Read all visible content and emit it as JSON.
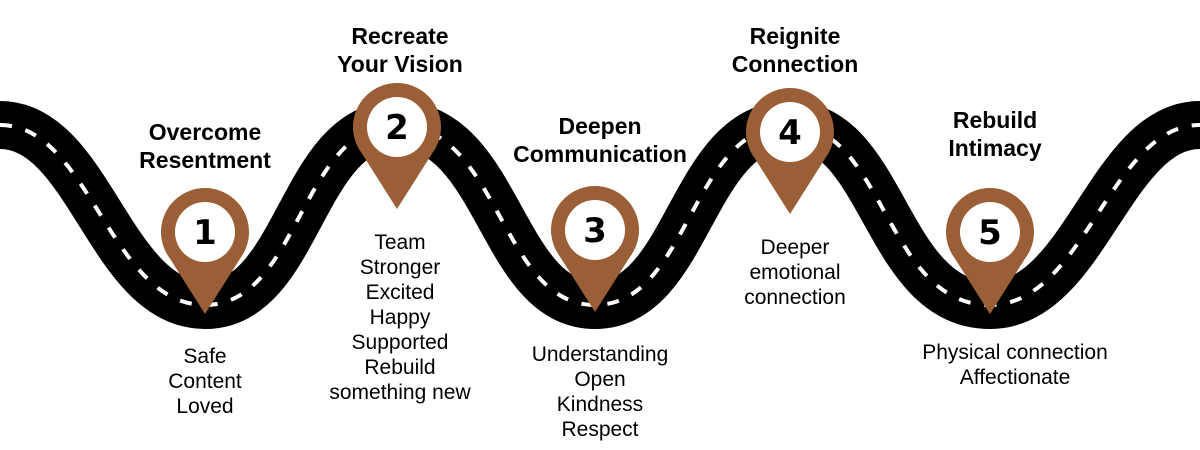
{
  "road_color": "#000000",
  "dash_color": "#ffffff",
  "pin_color": "#9a5f36",
  "steps": [
    {
      "number": "1",
      "title": [
        "Overcome",
        "Resentment"
      ],
      "items": [
        "Safe",
        "Content",
        "Loved"
      ]
    },
    {
      "number": "2",
      "title": [
        "Recreate",
        "Your Vision"
      ],
      "items": [
        "Team",
        "Stronger",
        "Excited",
        "Happy",
        "Supported",
        "Rebuild",
        "something new"
      ]
    },
    {
      "number": "3",
      "title": [
        "Deepen",
        "Communication"
      ],
      "items": [
        "Understanding",
        "Open",
        "Kindness",
        "Respect"
      ]
    },
    {
      "number": "4",
      "title": [
        "Reignite",
        "Connection"
      ],
      "items": [
        "Deeper",
        "emotional",
        "connection"
      ]
    },
    {
      "number": "5",
      "title": [
        "Rebuild",
        "Intimacy"
      ],
      "items": [
        "Physical connection",
        "Affectionate"
      ]
    }
  ]
}
